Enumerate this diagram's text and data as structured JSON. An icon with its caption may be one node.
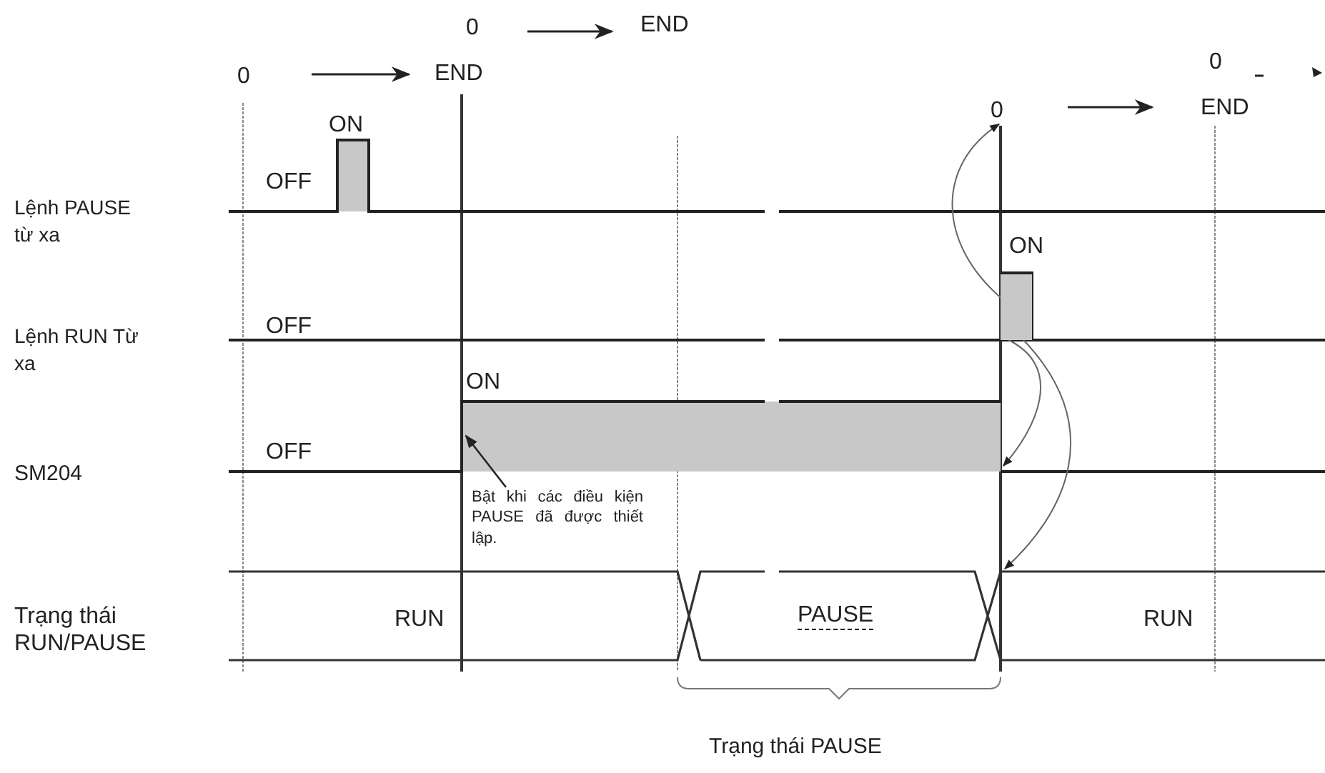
{
  "diagram": {
    "nodes": [
      {
        "text": [
          "Bật khi các điều kiện PAUSE đã được thiết lập."
        ]
      },
      {
        "text": [],
        "shape": "box"
      },
      {
        "text": [
          "0"
        ]
      }
    ],
    "edges": [
      {
        "from": 0,
        "to": null,
        "arrow": "to"
      },
      {
        "from": 1,
        "to": 2,
        "arrow": "to"
      },
      {
        "from": 1,
        "to": null,
        "arrow": "to"
      },
      {
        "from": 1,
        "to": null,
        "arrow": "to"
      }
    ],
    "labels": [
      "0",
      "END",
      "0",
      "0",
      "END",
      "END",
      "ON",
      "OFF",
      "Lệnh PAUSE từ xa",
      "ON",
      "OFF",
      "Lệnh RUN Từ xa",
      "ON",
      "OFF",
      "SM204",
      "RUN",
      "PAUSE",
      "RUN",
      "Trạng thái RUN/PAUSE",
      "Trạng thái PAUSE"
    ]
  }
}
